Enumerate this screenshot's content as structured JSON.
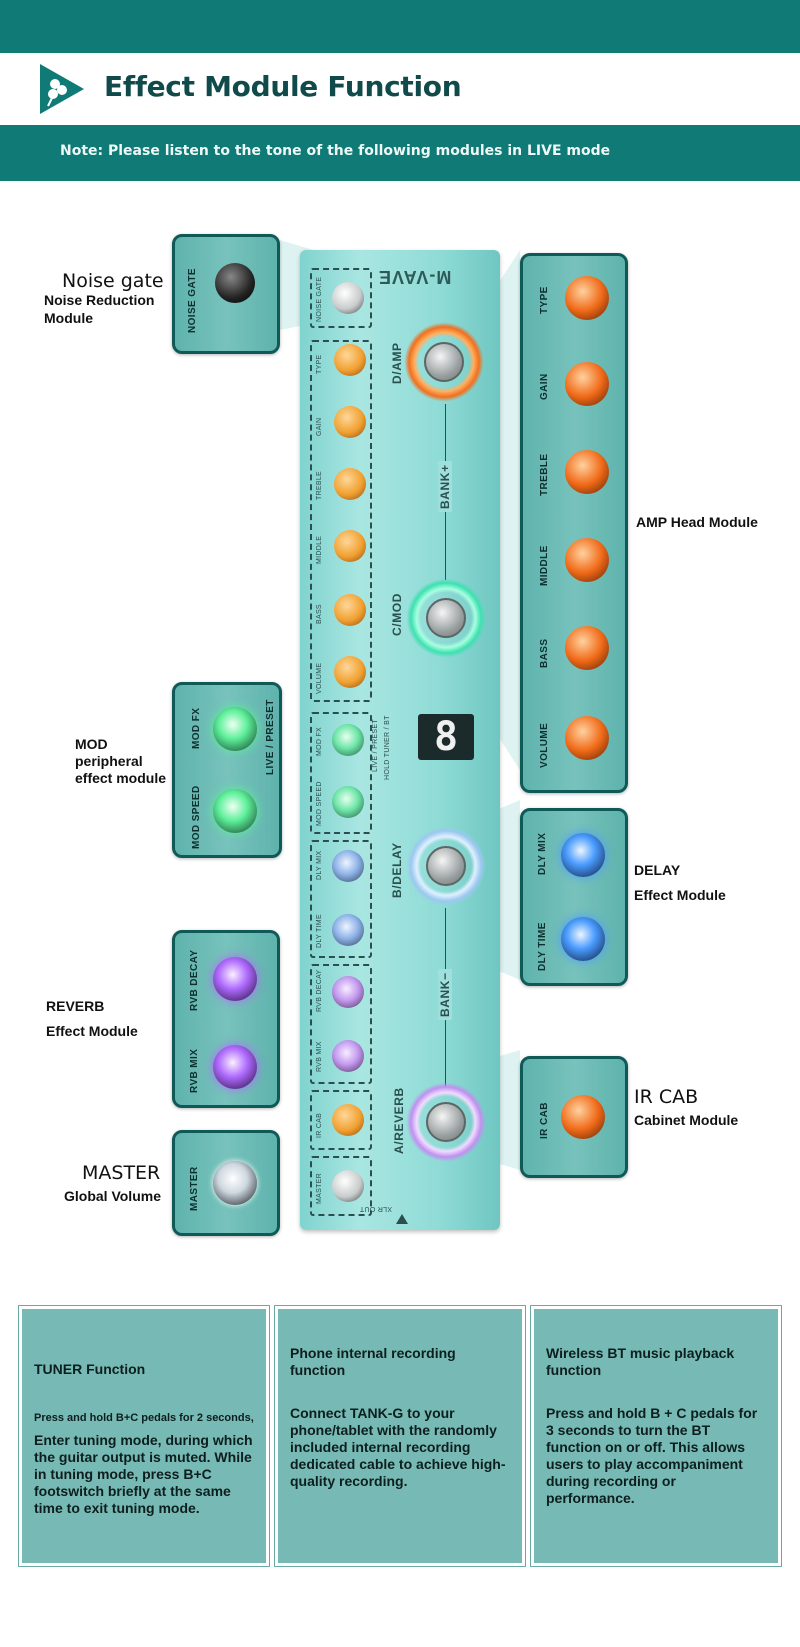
{
  "header": {
    "title": "Effect Module Function",
    "note": "Note: Please listen to the tone of the following modules in LIVE mode"
  },
  "pedal": {
    "brand": "M-VAVE",
    "display": "8",
    "knobs": {
      "noise_gate": "NOISE GATE",
      "type": "TYPE",
      "gain": "GAIN",
      "treble": "TREBLE",
      "middle": "MIDDLE",
      "bass": "BASS",
      "volume": "VOLUME",
      "mod_fx": "MOD FX",
      "mod_speed": "MOD SPEED",
      "dly_mix": "DLY MIX",
      "dly_time": "DLY TIME",
      "rvb_decay": "RVB DECAY",
      "rvb_mix": "RVB MIX",
      "ir_cab": "IR CAB",
      "master": "MASTER"
    },
    "footswitches": {
      "d": "D/AMP",
      "c": "C/MOD",
      "b": "B/DELAY",
      "a": "A/REVERB"
    },
    "bank_up": "BANK+",
    "bank_down": "BANK−",
    "live_preset": "LIVE / PRESET",
    "hold_tuner": "HOLD TUNER / BT",
    "xlr_out": "XLR OUT"
  },
  "callouts": {
    "noise_gate": {
      "title": "Noise gate",
      "sub1": "Noise Reduction",
      "sub2": "Module"
    },
    "amp": {
      "title": "AMP Head Module"
    },
    "mod": {
      "line1": "MOD",
      "line2": "peripheral",
      "line3": "effect module",
      "panel_side": "LIVE / PRESET"
    },
    "delay": {
      "line1": "DELAY",
      "line2": "Effect Module"
    },
    "reverb": {
      "line1": "REVERB",
      "line2": "Effect Module"
    },
    "ir_cab": {
      "title": "IR CAB",
      "sub": "Cabinet Module"
    },
    "master": {
      "title": "MASTER",
      "sub": "Global Volume"
    }
  },
  "info": [
    {
      "title": "TUNER Function",
      "small": "Press and hold B+C pedals for 2 seconds,",
      "body": "Enter tuning mode, during which the guitar output is muted. While in tuning mode, press B+C footswitch briefly at the same time to exit tuning mode."
    },
    {
      "title": "Phone internal recording function",
      "small": "",
      "body": "Connect TANK-G to your phone/tablet with the randomly included internal recording dedicated cable to achieve high-quality recording."
    },
    {
      "title": "Wireless BT music playback function",
      "small": "",
      "body": "Press and hold B + C pedals for 3 seconds to turn the BT function on or off. This allows users to play accompaniment during recording or performance."
    }
  ],
  "colors": {
    "teal": "#0f7a76",
    "panel": "#78c2bc",
    "amp_knob": "#f07a1e",
    "mod_glow": "#3ee08a",
    "delay_glow": "#5aa8ff",
    "reverb_glow": "#b46cff"
  }
}
